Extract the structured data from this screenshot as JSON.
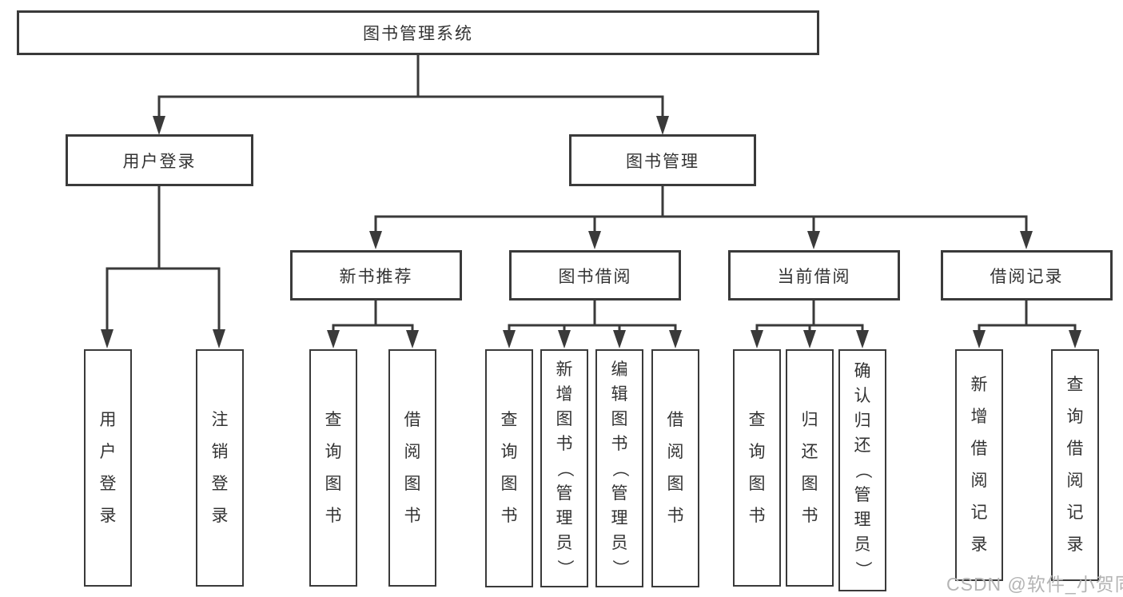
{
  "tree": {
    "root": {
      "label": "图书管理系统",
      "children": [
        {
          "label": "用户登录",
          "children": [
            {
              "label": "用户登录"
            },
            {
              "label": "注销登录"
            }
          ]
        },
        {
          "label": "图书管理",
          "children": [
            {
              "label": "新书推荐",
              "children": [
                {
                  "label": "查询图书"
                },
                {
                  "label": "借阅图书"
                }
              ]
            },
            {
              "label": "图书借阅",
              "children": [
                {
                  "label": "查询图书"
                },
                {
                  "label": "新增图书（管理员）"
                },
                {
                  "label": "编辑图书（管理员）"
                },
                {
                  "label": "借阅图书"
                }
              ]
            },
            {
              "label": "当前借阅",
              "children": [
                {
                  "label": "查询图书"
                },
                {
                  "label": "归还图书"
                },
                {
                  "label": "确认归还（管理员）"
                }
              ]
            },
            {
              "label": "借阅记录",
              "children": [
                {
                  "label": "新增借阅记录"
                },
                {
                  "label": "查询借阅记录"
                }
              ]
            }
          ]
        }
      ]
    }
  },
  "colors": {
    "line": "#3a3a3a",
    "text": "#333333",
    "watermark": "#b4b4b4"
  },
  "watermark": "CSDN @软件_小贺同学"
}
